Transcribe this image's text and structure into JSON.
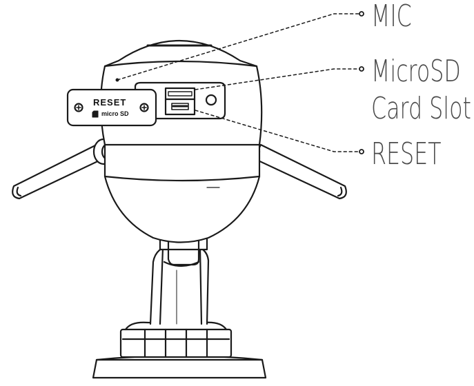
{
  "labels": {
    "mic": "MIC",
    "microsd_line1": "MicroSD",
    "microsd_line2": "Card Slot",
    "reset": "RESET"
  },
  "cover_panel": {
    "reset_text": "RESET",
    "microsd_text": "micro SD"
  },
  "colors": {
    "stroke": "#1a1a1a",
    "label_text": "#4a4a4a",
    "background": "#ffffff"
  }
}
